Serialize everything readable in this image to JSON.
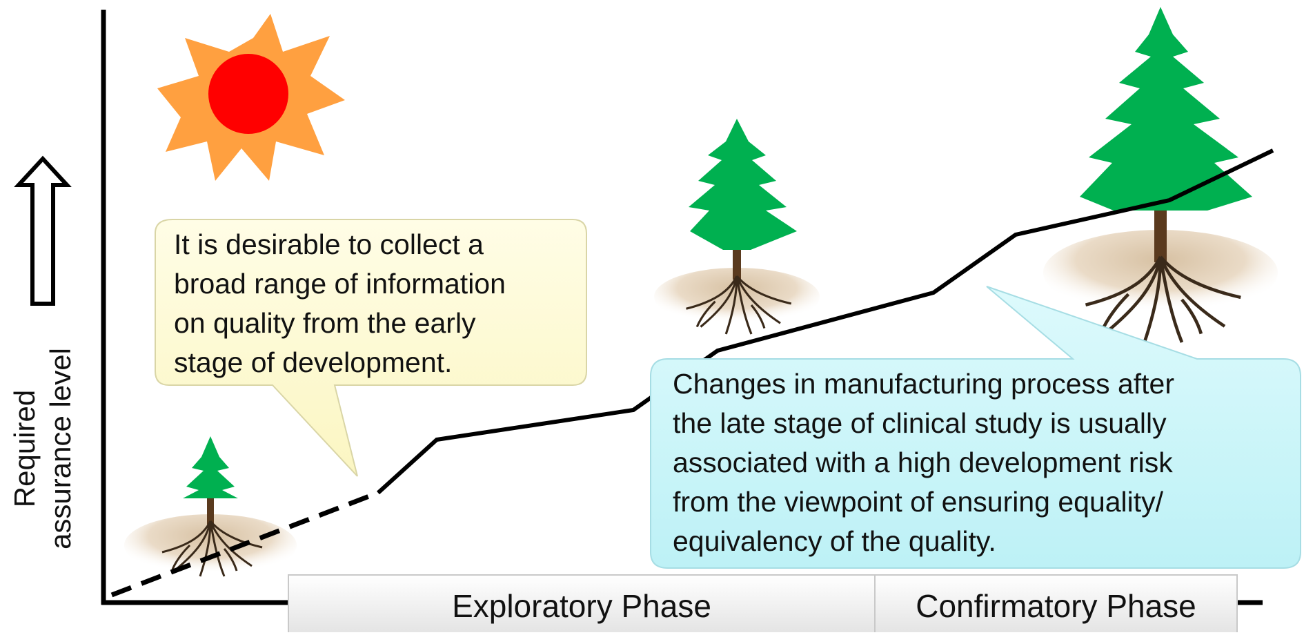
{
  "axis": {
    "y_label_line1": "Required",
    "y_label_line2": "assurance level"
  },
  "callouts": {
    "early": "It is desirable to collect a broad range of information on quality from the early stage of development.",
    "early_lines": [
      "It is desirable to collect a",
      "broad range of information",
      "on quality from the early",
      "stage of development."
    ],
    "late_lines": [
      "Changes in manufacturing process after",
      "the late stage of clinical study is usually",
      "associated with a high development risk",
      "from the viewpoint of ensuring equality/",
      "equivalency of the quality."
    ]
  },
  "phases": {
    "exploratory": "Exploratory Phase",
    "confirmatory": "Confirmatory Phase"
  },
  "colors": {
    "sun_rays": "#FFA040",
    "sun_core": "#FF0000",
    "tree": "#00B050",
    "trunk": "#5A3A1E",
    "soil": "#E8D9C3",
    "early_bubble": "#FFFBD0",
    "late_bubble": "#C8F4F8"
  },
  "icons": [
    "sun-icon",
    "small-tree-icon",
    "medium-tree-icon",
    "large-tree-icon",
    "up-arrow-icon"
  ]
}
